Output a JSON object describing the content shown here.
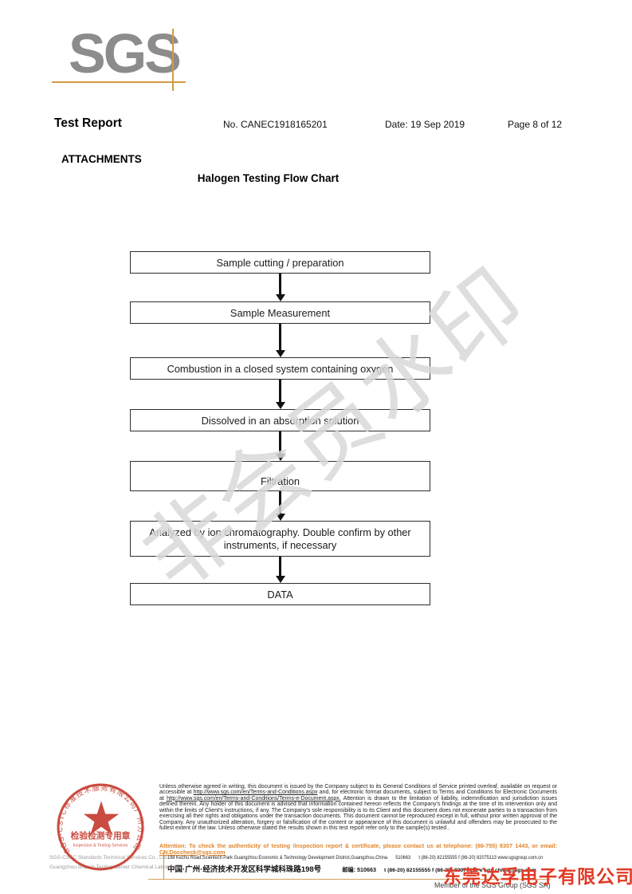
{
  "header": {
    "logo_text": "SGS",
    "report_title": "Test Report",
    "report_no": "No. CANEC1918165201",
    "date_label": "Date: 19 Sep 2019",
    "page_label": "Page 8 of 12"
  },
  "attachments": {
    "section_title": "ATTACHMENTS",
    "chart_title": "Halogen Testing Flow Chart"
  },
  "flowchart": {
    "steps": [
      "Sample cutting / preparation",
      "Sample Measurement",
      "Combustion in a closed system containing oxygen",
      "Dissolved in an absorption solution",
      "Filtration",
      "Analyzed by ion chromatography. Double confirm by other instruments, if necessary",
      "DATA"
    ]
  },
  "watermark": {
    "text": "非会员水印"
  },
  "footer": {
    "legal_text": "Unless otherwise agreed in writing, this document is issued by the Company subject to its General Conditions of Service printed overleaf, available on request or accessible at http://www.sgs.com/en/Terms-and-Conditions.aspx and, for electronic format documents, subject to Terms and Conditions for Electronic Documents at http://www.sgs.com/en/Terms-and-Conditions/Terms-e-Document.aspx. Attention is drawn to the limitation of liability, indemnification and jurisdiction issues defined therein. Any holder of this document is advised that information contained hereon reflects the Company's findings at the time of its intervention only and within the limits of Client's instructions, if any. The Company's sole responsibility is to its Client and this document does not exonerate parties to a transaction from exercising all their rights and obligations under the transaction documents. This document cannot be reproduced except in full, without prior written approval of the Company. Any unauthorized alteration, forgery or falsification of the content or appearance of this document is unlawful and offenders may be prosecuted to the fullest extent of the law. Unless otherwise stated the results shown in this test report refer only to the sample(s) tested .",
    "attention_prefix": "Attention: To check the authenticity of testing /inspection report & certificate, please contact us at telephone: (86-755) 8307 1443, or email: ",
    "attention_email": "CN.Doccheck@sgs.com",
    "stamp": {
      "ring_text": "SGS-CSTC标准技术服务有限公司广州分公司",
      "inner_line1": "检验检测专用章",
      "inner_line2": "Inspection & Testing Services"
    },
    "company_line1": "SGS-CSTC Standards Technical Services Co., Ltd.",
    "company_line2": "Guangzhou Branch Testing Center Chemical Laboratory.",
    "address_en_street": "198 Kezhu Road,Scientech Park Guangzhou Economic & Technology Development District,Guangzhou,China",
    "address_en_postcode": "510663",
    "address_en_contact": "t (86-20) 82155555   f (86-20) 82075113   www.sgsgroup.com.cn",
    "address_cn_street": "中国·广州·经济技术开发区科学城科珠路198号",
    "address_cn_postcode": "邮编: 510663",
    "address_cn_contact": "t (86-20) 82155555   f (86-20) 82075113   e sgs.china@sgs.com",
    "overlay_company": "东莞达孚电子有限公司",
    "member_text": "Member of the SGS Group (SGS SA)"
  },
  "colors": {
    "brand_orange": "#cf9040",
    "attention_orange": "#e0862c",
    "stamp_red": "#c5392c",
    "overlay_red": "#e23a26",
    "logo_gray": "#8c8c8c",
    "watermark_gray": "#d9d9d9"
  }
}
